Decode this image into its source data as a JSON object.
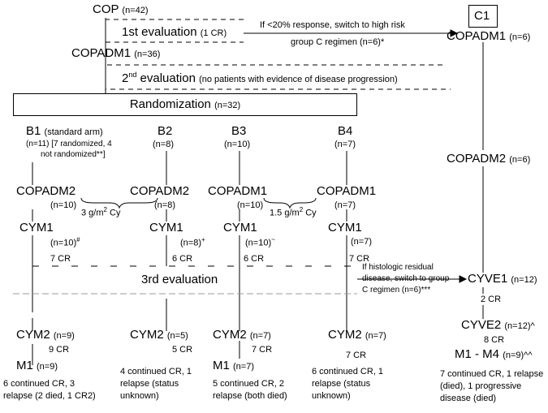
{
  "top": {
    "cop": "COP",
    "cop_n": "(n=42)",
    "eval1": "1st evaluation",
    "eval1_note": "(1 CR)",
    "switch_line1": "If  <20% response, switch to high risk",
    "switch_line2": "group C regimen (n=6)*",
    "copadm1": "COPADM1",
    "copadm1_n": "(n=36)",
    "eval2_ord": "2",
    "eval2_sup": "nd",
    "eval2_word": " evaluation",
    "eval2_note": "(no patients with evidence of disease progression)",
    "rand": "Randomization",
    "rand_n": "(n=32)"
  },
  "arms": [
    {
      "name": "B1",
      "name_note": "(standard arm)",
      "n_line1": "(n=11) [7 randomized, 4",
      "n_line2": "not randomized**]",
      "drug1": "COPADM2",
      "drug1_n": "(n=10)",
      "cym1": "CYM1",
      "cym1_n": "(n=10)",
      "cym1_mark": "#",
      "cr1": "7 CR",
      "cym2": "CYM2",
      "cym2_n": "(n=9)",
      "cr2": "9 CR",
      "m": "M1",
      "m_n": "(n=9)",
      "out1": "6 continued CR, 3",
      "out2": "relapse  (2 died, 1 CR2)"
    },
    {
      "name": "B2",
      "n_line1": "(n=8)",
      "drug1": "COPADM2",
      "drug1_n": "(n=8)",
      "cym1": "CYM1",
      "cym1_n": "(n=8)",
      "cym1_mark": "+",
      "cr1": "6 CR",
      "cym2": "CYM2",
      "cym2_n": "(n=5)",
      "cr2": "5 CR",
      "out1": "4 continued CR, 1",
      "out2": "relapse (status",
      "out3": "unknown)"
    },
    {
      "name": "B3",
      "n_line1": "(n=10)",
      "drug1": "COPADM1",
      "drug1_n": "(n=10)",
      "cym1": "CYM1",
      "cym1_n": "(n=10)",
      "cym1_mark": "~",
      "cr1": "6 CR",
      "cym2": "CYM2",
      "cym2_n": "(n=7)",
      "cr2": "7 CR",
      "m": "M1",
      "m_n": "(n=7)",
      "out1": "5 continued CR, 2",
      "out2": "relapse (both died)"
    },
    {
      "name": "B4",
      "n_line1": "(n=7)",
      "drug1": "COPADM1",
      "drug1_n": "(n=7)",
      "cym1": "CYM1",
      "cym1_n": "(n=7)",
      "cr1": "7 CR",
      "cym2": "CYM2",
      "cym2_n": "(n=7)",
      "cr2": "7 CR",
      "out1": "6 continued CR, 1",
      "out2": "relapse (status",
      "out3": "unknown)"
    }
  ],
  "doses": {
    "b12_a": "3 g/m",
    "b12_sup": "2",
    "b12_b": " Cy",
    "b34_a": "1.5 g/m",
    "b34_sup": "2",
    "b34_b": " Cy"
  },
  "eval3": "3rd evaluation",
  "switch3_line1": "If histologic residual",
  "switch3_line2": "disease, switch to group",
  "switch3_line3": "C regimen (n=6)***",
  "c1": {
    "label": "C1",
    "copadm1": "COPADM1",
    "copadm1_n": "(n=6)",
    "copadm2": "COPADM2",
    "copadm2_n": "(n=6)",
    "cyve1": "CYVE1",
    "cyve1_n": "(n=12)",
    "cr1": "2 CR",
    "cyve2": "CYVE2",
    "cyve2_n": "(n=12)^",
    "cr2": "8 CR",
    "m": "M1 - M4",
    "m_n": "(n=9)^^",
    "out1": "7 continued CR, 1 relapse",
    "out2": "(died), 1 progressive",
    "out3": "disease (died)"
  }
}
